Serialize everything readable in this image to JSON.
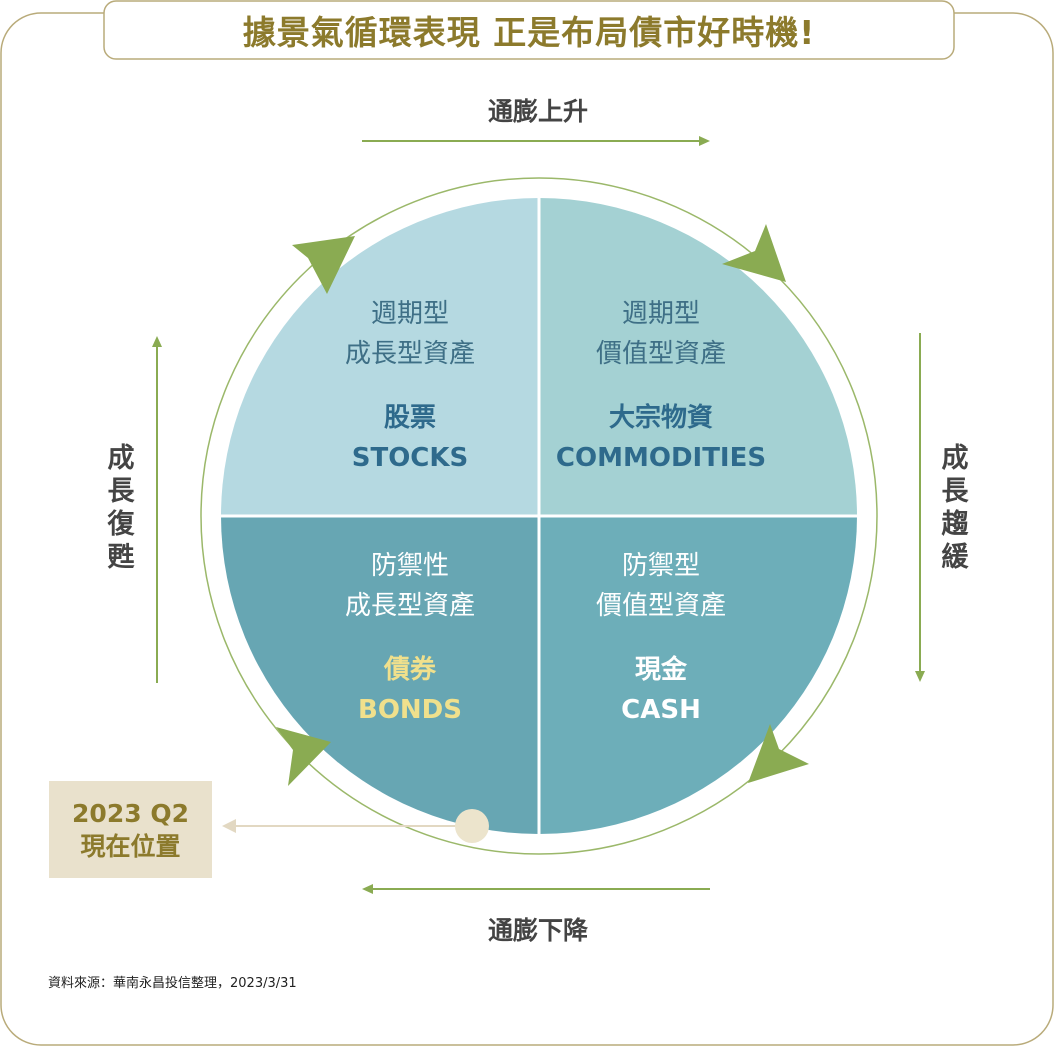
{
  "title": "據景氣循環表現 正是布局債市好時機!",
  "axes": {
    "top": "通膨上升",
    "bottom": "通膨下降",
    "left": "成長復甦",
    "right": "成長趨緩"
  },
  "quadrants": {
    "stocks": {
      "line1": "週期型",
      "line2": "成長型資產",
      "name_zh": "股票",
      "name_en": "STOCKS"
    },
    "commodities": {
      "line1": "週期型",
      "line2": "價值型資產",
      "name_zh": "大宗物資",
      "name_en": "COMMODITIES"
    },
    "bonds": {
      "line1": "防禦性",
      "line2": "成長型資產",
      "name_zh": "債券",
      "name_en": "BONDS"
    },
    "cash": {
      "line1": "防禦型",
      "line2": "價值型資產",
      "name_zh": "現金",
      "name_en": "CASH"
    }
  },
  "current_position": {
    "line1": "2023 Q2",
    "line2": "現在位置"
  },
  "source": "資料來源：華南永昌投信整理，2023/3/31",
  "colors": {
    "stocks": "#b5d9e1",
    "commodities": "#a4d1d3",
    "bonds": "#67a6b3",
    "cash": "#6daeb9",
    "arrow_green": "#8aab52",
    "title_gold": "#8c7a2c",
    "frame": "#b9ab7a"
  }
}
